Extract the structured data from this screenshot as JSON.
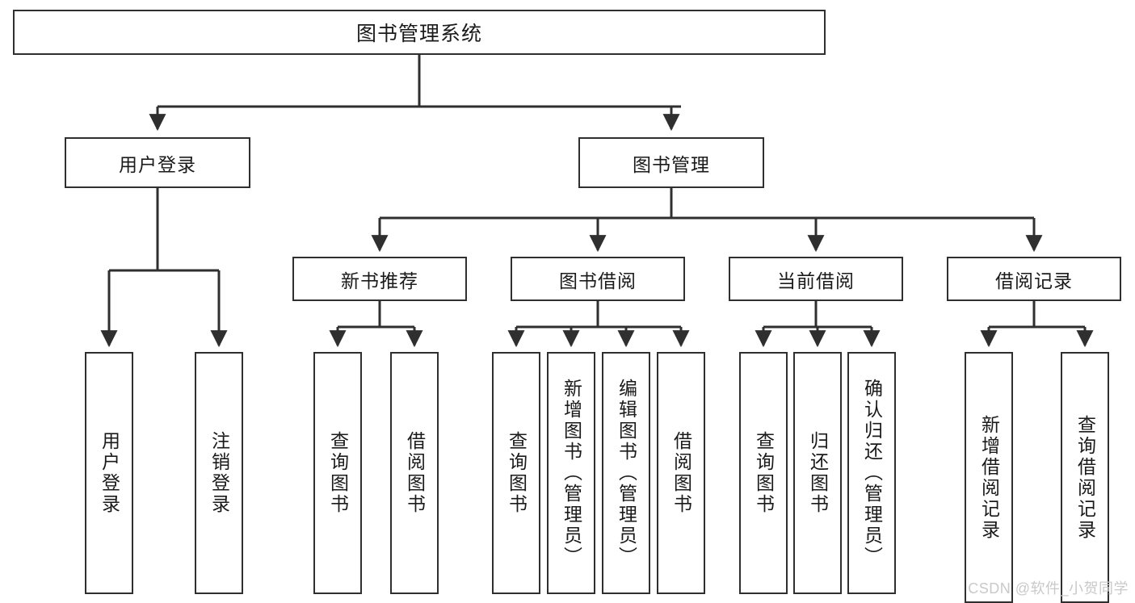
{
  "diagram": {
    "title": "图书管理系统",
    "type": "hierarchy-tree",
    "line_color": "#2f2f2f",
    "box_fill": "#ffffff",
    "text_color": "#1a1a1a",
    "levels": [
      {
        "level": 1,
        "nodes": [
          {
            "id": "root",
            "label": "图书管理系统",
            "orientation": "horizontal"
          }
        ]
      },
      {
        "level": 2,
        "nodes": [
          {
            "id": "login",
            "label": "用户登录",
            "orientation": "horizontal"
          },
          {
            "id": "bookmgmt",
            "label": "图书管理",
            "orientation": "horizontal"
          }
        ]
      },
      {
        "level": 3,
        "nodes": [
          {
            "id": "newbook",
            "label": "新书推荐",
            "orientation": "horizontal"
          },
          {
            "id": "borrow",
            "label": "图书借阅",
            "orientation": "horizontal"
          },
          {
            "id": "current",
            "label": "当前借阅",
            "orientation": "horizontal"
          },
          {
            "id": "records",
            "label": "借阅记录",
            "orientation": "horizontal"
          }
        ]
      },
      {
        "level": 4,
        "nodes": [
          {
            "id": "leaf-1-1",
            "parent": "login",
            "label": "用户登录",
            "orientation": "vertical"
          },
          {
            "id": "leaf-1-2",
            "parent": "login",
            "label": "注销登录",
            "orientation": "vertical"
          },
          {
            "id": "leaf-2-1",
            "parent": "newbook",
            "label": "查询图书",
            "orientation": "vertical"
          },
          {
            "id": "leaf-2-2",
            "parent": "newbook",
            "label": "借阅图书",
            "orientation": "vertical"
          },
          {
            "id": "leaf-3-1",
            "parent": "borrow",
            "label": "查询图书",
            "orientation": "vertical"
          },
          {
            "id": "leaf-3-2",
            "parent": "borrow",
            "label": "新增图书（管理员）",
            "orientation": "vertical"
          },
          {
            "id": "leaf-3-3",
            "parent": "borrow",
            "label": "编辑图书（管理员）",
            "orientation": "vertical"
          },
          {
            "id": "leaf-3-4",
            "parent": "borrow",
            "label": "借阅图书",
            "orientation": "vertical"
          },
          {
            "id": "leaf-4-1",
            "parent": "current",
            "label": "查询图书",
            "orientation": "vertical"
          },
          {
            "id": "leaf-4-2",
            "parent": "current",
            "label": "归还图书",
            "orientation": "vertical"
          },
          {
            "id": "leaf-4-3",
            "parent": "current",
            "label": "确认归还（管理员）",
            "orientation": "vertical"
          },
          {
            "id": "leaf-5-1",
            "parent": "records",
            "label": "新增借阅记录",
            "orientation": "vertical"
          },
          {
            "id": "leaf-5-2",
            "parent": "records",
            "label": "查询借阅记录",
            "orientation": "vertical"
          }
        ]
      }
    ]
  },
  "watermark": {
    "text": "CSDN @软件_小贺同学",
    "color": "#c9c9c9"
  }
}
